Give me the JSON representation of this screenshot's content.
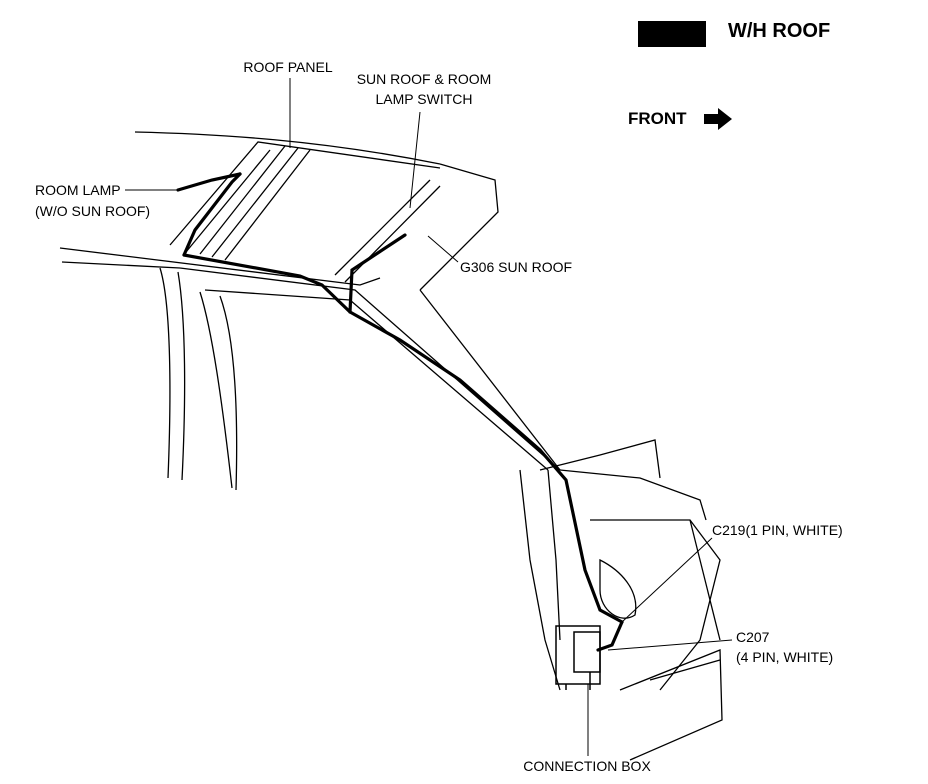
{
  "legend": {
    "label": "W/H ROOF",
    "swatch_color": "#000000"
  },
  "front": {
    "label": "FRONT",
    "icon": "right-arrow-icon"
  },
  "labels": {
    "roof_panel": "ROOF PANEL",
    "sunroof_switch_line1": "SUN ROOF & ROOM",
    "sunroof_switch_line2": "LAMP SWITCH",
    "room_lamp_line1": "ROOM LAMP",
    "room_lamp_line2": "(W/O SUN ROOF)",
    "g306": "G306 SUN ROOF",
    "c219": "C219(1 PIN, WHITE)",
    "c207_line1": "C207",
    "c207_line2": "(4 PIN, WHITE)",
    "connection_box": "CONNECTION BOX"
  }
}
